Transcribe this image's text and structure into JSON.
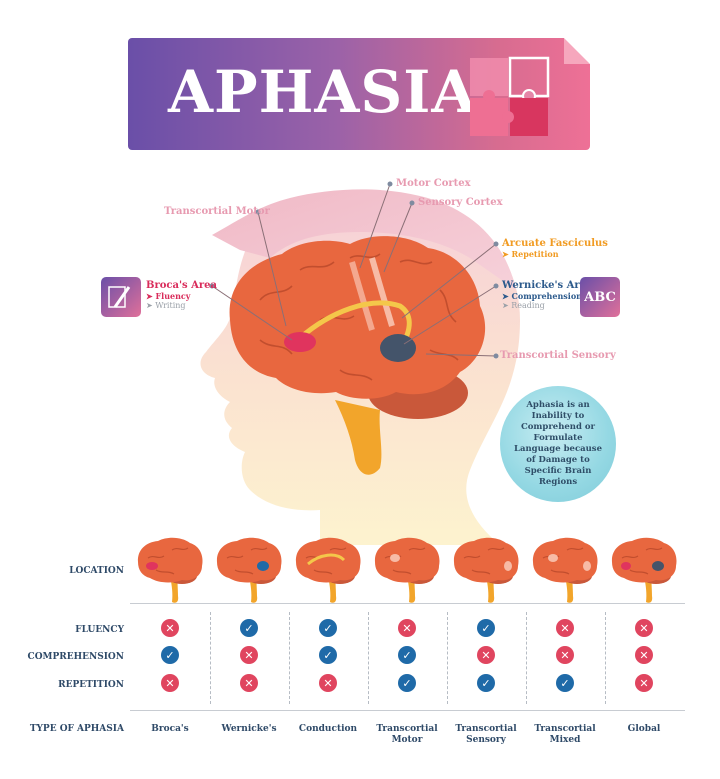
{
  "title": "APHASIA",
  "labels": {
    "transcortial_motor": "Transcortial Motor",
    "motor_cortex": "Motor Cortex",
    "sensory_cortex": "Sensory Cortex",
    "arcuate_fasciculus": "Arcuate Fasciculus",
    "arcuate_sub": "➤ Repetition",
    "wernickes_area": "Wernicke's Area",
    "wernickes_sub1": "➤ Comprehension",
    "wernickes_sub2": "➤ Reading",
    "transcortial_sensory": "Transcortial Sensory",
    "brocas_area": "Broca's Area",
    "brocas_sub1": "➤ Fluency",
    "brocas_sub2": "➤ Writing",
    "abc": "ABC"
  },
  "info": "Aphasia is an Inability to Comprehend or Formulate Language because of Damage to Specific Brain Regions",
  "table": {
    "row_labels": {
      "location": "LOCATION",
      "fluency": "FLUENCY",
      "comprehension": "COMPREHENSION",
      "repetition": "REPETITION",
      "type": "TYPE OF APHASIA"
    },
    "columns": [
      {
        "type": "Broca's",
        "fluency": false,
        "comprehension": true,
        "repetition": false
      },
      {
        "type": "Wernicke's",
        "fluency": true,
        "comprehension": false,
        "repetition": false
      },
      {
        "type": "Conduction",
        "fluency": true,
        "comprehension": true,
        "repetition": false
      },
      {
        "type": "Transcortial Motor",
        "fluency": false,
        "comprehension": true,
        "repetition": true
      },
      {
        "type": "Transcortial Sensory",
        "fluency": true,
        "comprehension": false,
        "repetition": true
      },
      {
        "type": "Transcortial Mixed",
        "fluency": false,
        "comprehension": false,
        "repetition": true
      },
      {
        "type": "Global",
        "fluency": false,
        "comprehension": false,
        "repetition": false
      }
    ]
  },
  "colors": {
    "yes": "#1f6aa8",
    "no": "#e0455f",
    "brain": "#e8673f",
    "brocas": "#e0345e",
    "wernickes": "#44546a",
    "arcuate": "#f4c74a"
  }
}
